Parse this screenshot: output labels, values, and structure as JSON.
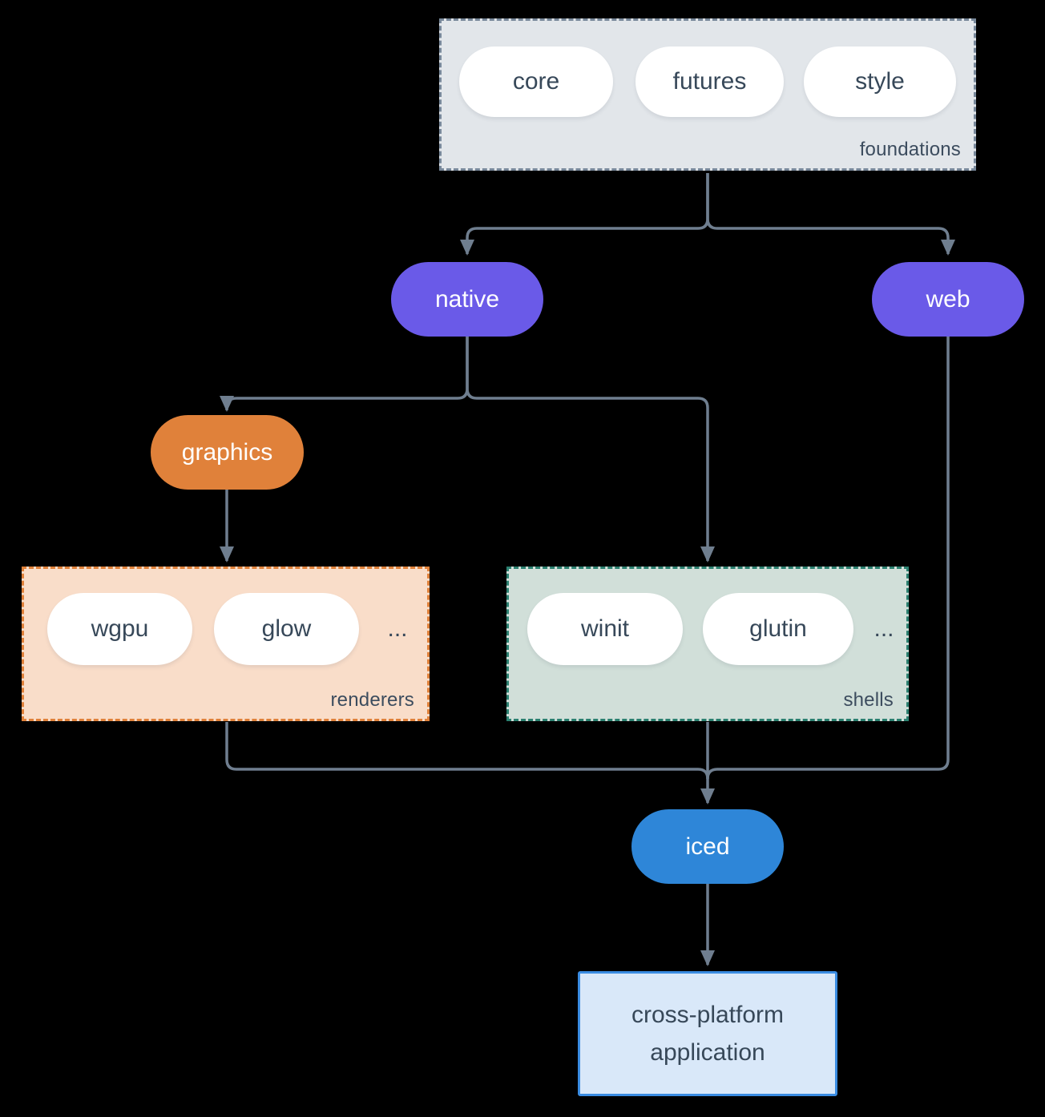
{
  "diagram": {
    "foundations": {
      "label": "foundations",
      "pills": [
        "core",
        "futures",
        "style"
      ]
    },
    "native": {
      "label": "native"
    },
    "web": {
      "label": "web"
    },
    "graphics": {
      "label": "graphics"
    },
    "renderers": {
      "label": "renderers",
      "pills": [
        "wgpu",
        "glow"
      ],
      "ellipsis": "..."
    },
    "shells": {
      "label": "shells",
      "pills": [
        "winit",
        "glutin"
      ],
      "ellipsis": "..."
    },
    "iced": {
      "label": "iced"
    },
    "application": {
      "label": "cross-platform application"
    },
    "edges": [
      {
        "from": "foundations",
        "to": "native"
      },
      {
        "from": "foundations",
        "to": "web"
      },
      {
        "from": "native",
        "to": "graphics"
      },
      {
        "from": "native",
        "to": "shells"
      },
      {
        "from": "graphics",
        "to": "renderers"
      },
      {
        "from": "renderers",
        "to": "iced"
      },
      {
        "from": "shells",
        "to": "iced"
      },
      {
        "from": "web",
        "to": "iced"
      },
      {
        "from": "iced",
        "to": "cross-platform application"
      }
    ]
  },
  "colors": {
    "background": "#000000",
    "node_purple": "#6a5ae8",
    "node_orange": "#e0813a",
    "node_blue": "#2e86d8",
    "pill_white": "#ffffff",
    "text_dark": "#374859",
    "label_dark": "#3c4c5e",
    "arrow": "#6f7e8f",
    "foundations_fill": "#e2e6ea",
    "foundations_border": "#78889a",
    "renderers_fill": "#f9ddc9",
    "renderers_border": "#e0813a",
    "shells_fill": "#d1dfd9",
    "shells_border": "#2b8070",
    "app_fill": "#d9e8f9",
    "app_border": "#3a8ce2"
  }
}
